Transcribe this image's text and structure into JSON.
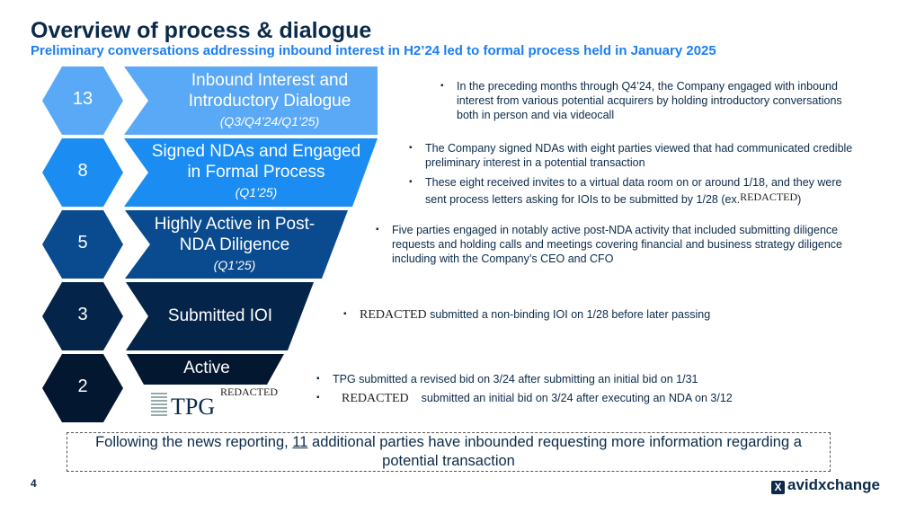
{
  "title": "Overview of process & dialogue",
  "subtitle": "Preliminary conversations addressing inbound interest in H2’24 led to formal process held in January 2025",
  "stages": [
    {
      "count": "13",
      "label1": "Inbound Interest and",
      "label2": "Introductory Dialogue",
      "period": "(Q3/Q4’24/Q1’25)",
      "color": "#5aa9f7"
    },
    {
      "count": "8",
      "label1": "Signed NDAs and Engaged",
      "label2": "in Formal Process",
      "period": "(Q1’25)",
      "color": "#1b8cf2"
    },
    {
      "count": "5",
      "label1": "Highly Active in Post-",
      "label2": "NDA Diligence",
      "period": "(Q1’25)",
      "color": "#0a4a8e"
    },
    {
      "count": "3",
      "label1": "Submitted IOI",
      "color": "#05244a"
    },
    {
      "count": "2",
      "label1": "Active",
      "color": "#031830"
    }
  ],
  "redacted": "REDACTED",
  "tpg_logo": "TPG",
  "bullets": {
    "b1": "In the preceding months through Q4’24, the Company engaged with inbound interest from various potential acquirers by holding introductory conversations both in person and via videocall",
    "b2": "The Company signed NDAs with eight parties viewed that had communicated credible preliminary interest in a potential transaction",
    "b3a": "These eight received invites to a virtual data room on or around 1/18, and they were sent process letters asking for IOIs to be submitted by 1/28 (ex.",
    "b3b": ")",
    "b4": "Five parties engaged in notably active post-NDA activity that included submitting diligence requests and holding calls and meetings covering financial and business strategy diligence including with the Company’s CEO and CFO",
    "b5": "submitted a non-binding IOI on 1/28 before later passing",
    "b6": "TPG submitted a revised bid on 3/24 after submitting an initial bid on 1/31",
    "b7": "submitted an initial bid on 3/24 after executing an NDA on 3/12"
  },
  "footer": {
    "pre": "Following the news reporting, ",
    "num": "11",
    "post": " additional parties have inbounded requesting more information regarding a potential transaction"
  },
  "page_number": "4",
  "brand": "avidxchange"
}
